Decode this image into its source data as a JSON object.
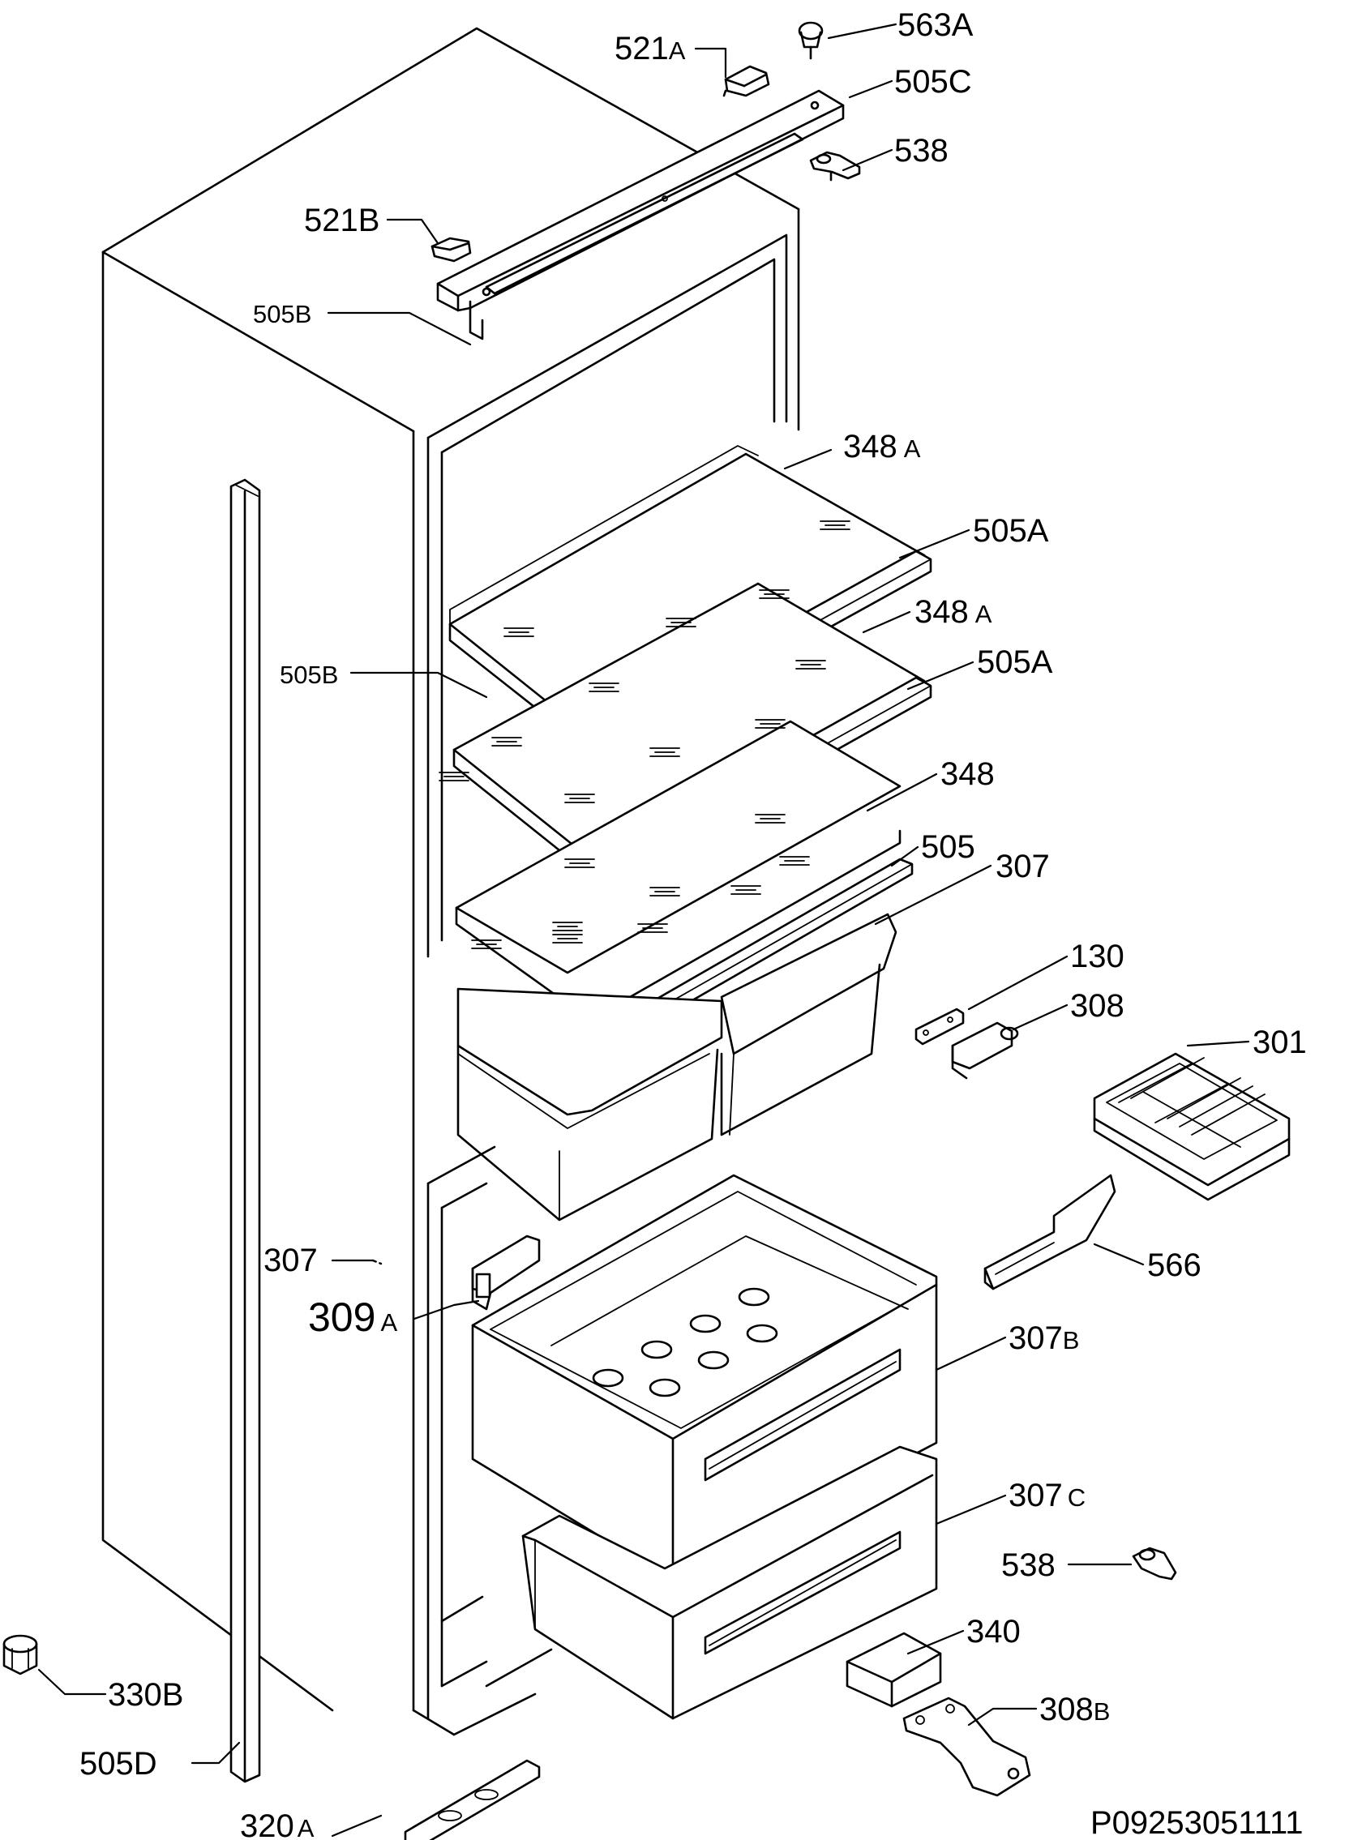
{
  "drawing_code": "P09253051111",
  "callouts": [
    {
      "id": "c563a",
      "number": "563",
      "suffix": "A"
    },
    {
      "id": "c521a",
      "number": "521",
      "suffix": "A"
    },
    {
      "id": "c505c",
      "number": "505",
      "suffix": "C"
    },
    {
      "id": "c538top",
      "number": "538",
      "suffix": ""
    },
    {
      "id": "c521b",
      "number": "521",
      "suffix": "B"
    },
    {
      "id": "c348a1",
      "number": "348",
      "suffix": "A"
    },
    {
      "id": "c505b1",
      "number": "505",
      "suffix": "B"
    },
    {
      "id": "c505a1",
      "number": "505",
      "suffix": "A"
    },
    {
      "id": "c348a2",
      "number": "348",
      "suffix": "A"
    },
    {
      "id": "c505b2",
      "number": "505",
      "suffix": "B"
    },
    {
      "id": "c505a2",
      "number": "505",
      "suffix": "A"
    },
    {
      "id": "c348",
      "number": "348",
      "suffix": ""
    },
    {
      "id": "c505",
      "number": "505",
      "suffix": ""
    },
    {
      "id": "c307top",
      "number": "307",
      "suffix": ""
    },
    {
      "id": "c130",
      "number": "130",
      "suffix": ""
    },
    {
      "id": "c308",
      "number": "308",
      "suffix": ""
    },
    {
      "id": "c301",
      "number": "301",
      "suffix": ""
    },
    {
      "id": "c307left",
      "number": "307",
      "suffix": ""
    },
    {
      "id": "c309a",
      "number": "309",
      "suffix": "A"
    },
    {
      "id": "c566",
      "number": "566",
      "suffix": ""
    },
    {
      "id": "c307b",
      "number": "307",
      "suffix": "B"
    },
    {
      "id": "c307c",
      "number": "307",
      "suffix": "C"
    },
    {
      "id": "c538bot",
      "number": "538",
      "suffix": ""
    },
    {
      "id": "c340",
      "number": "340",
      "suffix": ""
    },
    {
      "id": "c330b",
      "number": "330",
      "suffix": "B"
    },
    {
      "id": "c308b",
      "number": "308",
      "suffix": "B"
    },
    {
      "id": "c505d",
      "number": "505",
      "suffix": "D"
    },
    {
      "id": "c320a",
      "number": "320",
      "suffix": "A"
    }
  ]
}
